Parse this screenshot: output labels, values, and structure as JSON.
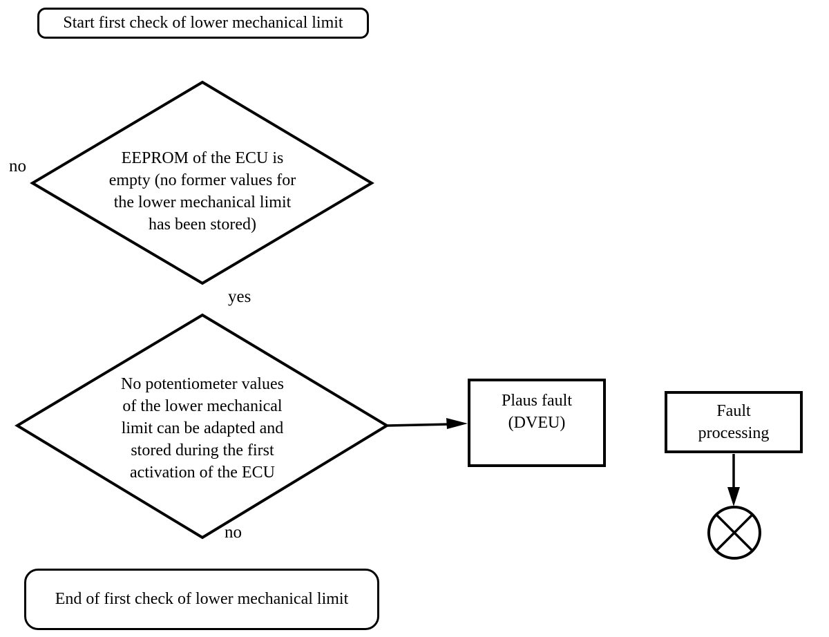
{
  "page": {
    "colors": {
      "ink": "#000000",
      "background": "#ffffff"
    }
  },
  "flowchart": {
    "start": {
      "label": "Start first check of lower mechanical limit"
    },
    "decision_eeprom": {
      "label": "EEPROM of the ECU is\nempty (no former values for\nthe lower mechanical limit\nhas been stored)",
      "branch_no": "no",
      "branch_yes": "yes"
    },
    "decision_potentiometer": {
      "label": "No potentiometer values\nof the lower mechanical\nlimit can be adapted and\nstored during the first\nactivation of the ECU",
      "branch_no": "no"
    },
    "plaus_fault": {
      "label": "Plaus fault\n(DVEU)"
    },
    "fault_processing": {
      "label": "Fault\nprocessing"
    },
    "end": {
      "label": "End of first check of lower mechanical limit"
    },
    "connector": {
      "icon": "crossed-circle-icon"
    }
  }
}
